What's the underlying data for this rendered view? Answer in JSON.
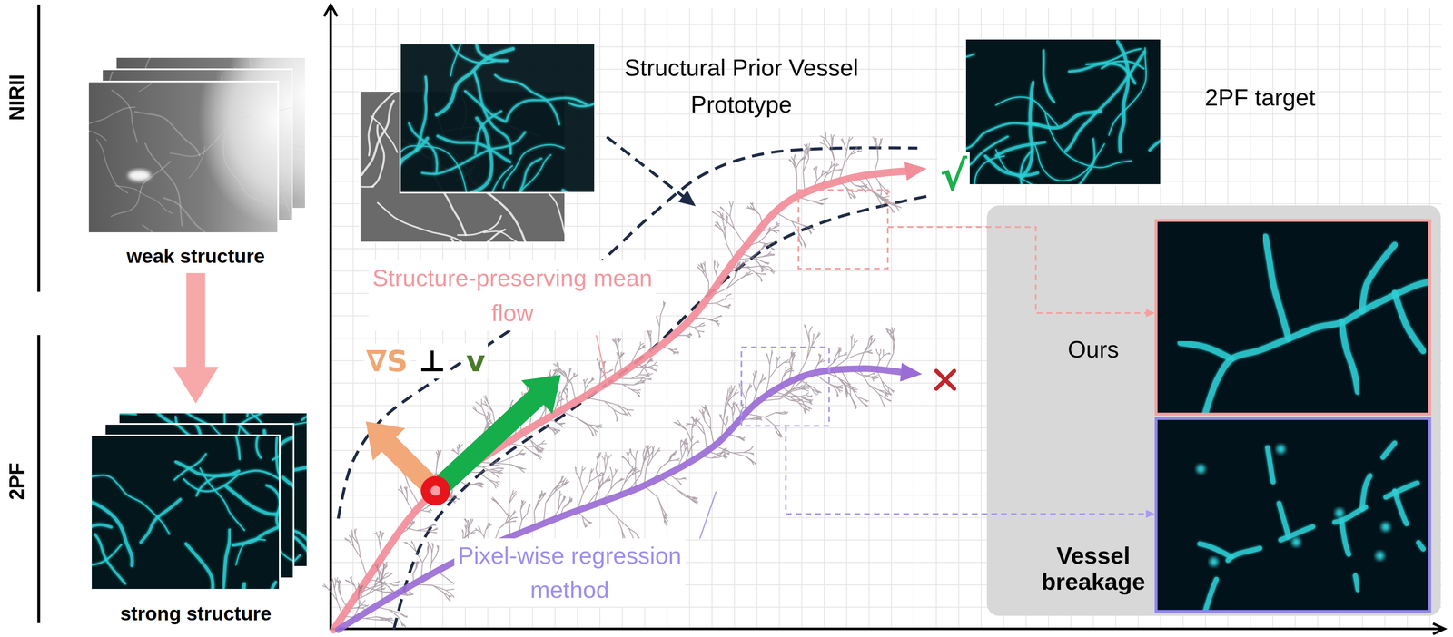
{
  "diagram": {
    "nodes": [
      {
        "text": [
          "weak structure"
        ]
      },
      {
        "text": [
          "strong structure"
        ]
      },
      {
        "text": [
          "Structural Prior Vessel Prototype"
        ]
      },
      {
        "text": [
          "2PF target"
        ]
      },
      {
        "text": [
          "Ours"
        ]
      },
      {
        "text": [
          "Vessel breakage"
        ]
      }
    ],
    "edges": [
      {
        "from": 0,
        "to": 1,
        "arrow": "to"
      }
    ],
    "labels": [
      "NIRII",
      "2PF",
      "Structure-preserving mean flow",
      "∇S",
      "⊥",
      "v",
      "√",
      "Pixel-wise regression method"
    ]
  }
}
